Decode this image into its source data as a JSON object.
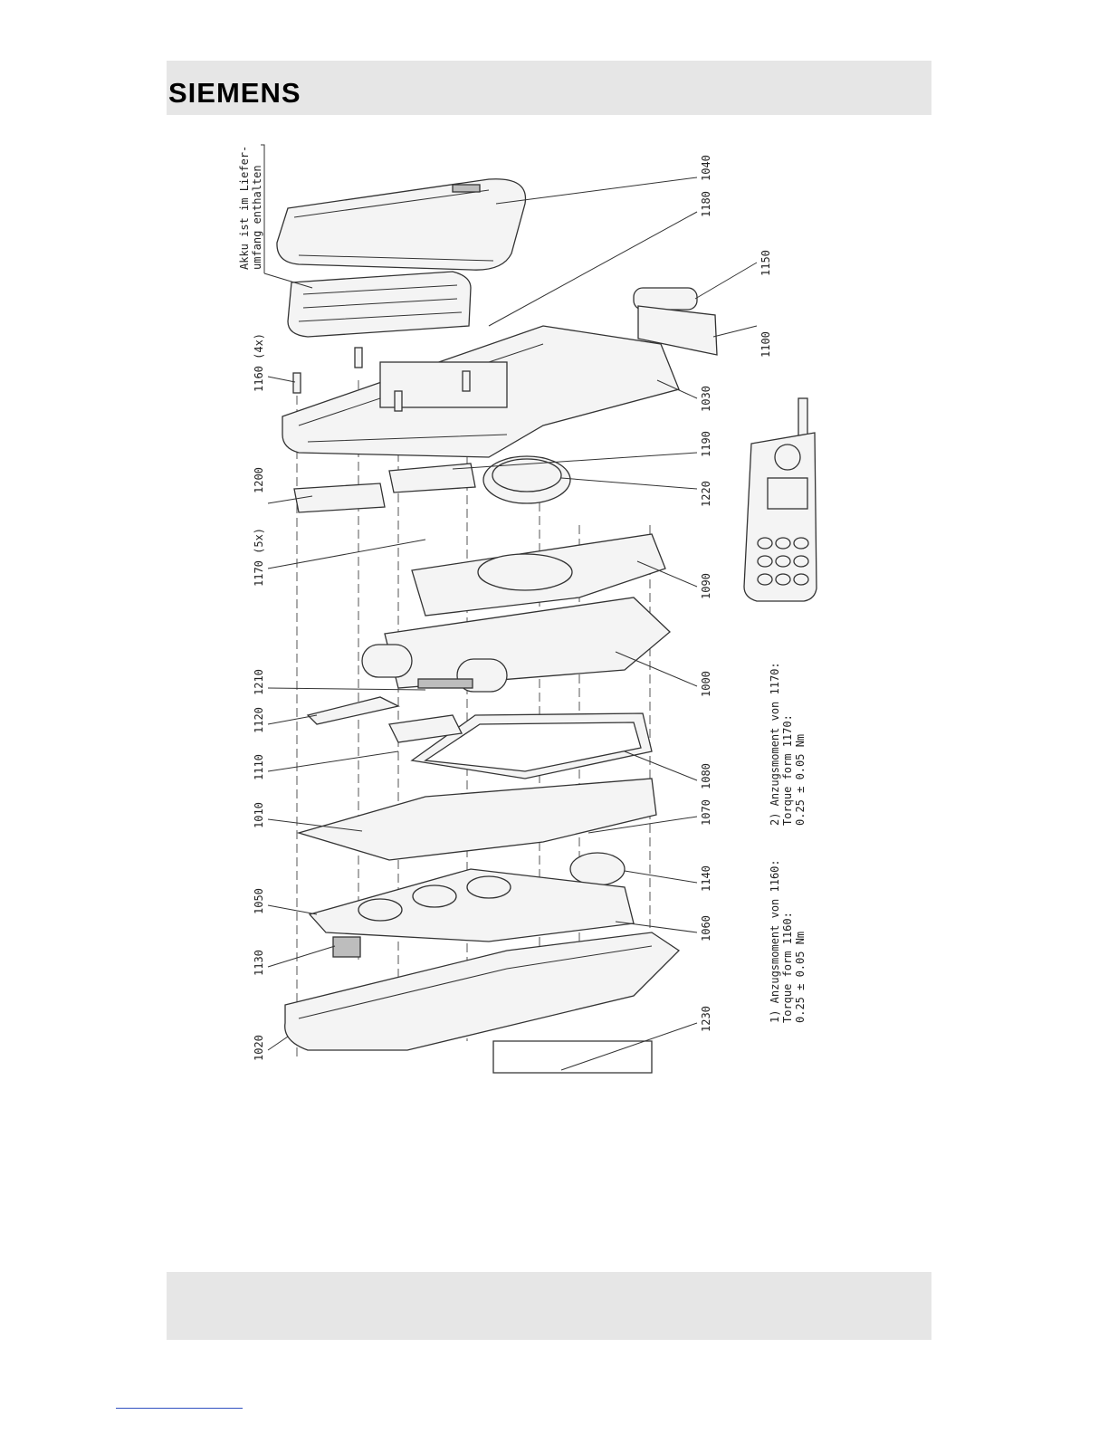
{
  "header": {
    "brand": "SIEMENS"
  },
  "labels": {
    "p1040": "1040",
    "p1180": "1180",
    "p1150": "1150",
    "p1100": "1100",
    "p1030": "1030",
    "p1160": "1160 (4x)",
    "p1190": "1190",
    "p1200": "1200",
    "p1220": "1220",
    "p1170": "1170 (5x)",
    "p1090": "1090",
    "p1000": "1000",
    "p1210": "1210",
    "p1120": "1120",
    "p1110": "1110",
    "p1080": "1080",
    "p1010": "1010",
    "p1070": "1070",
    "p1140": "1140",
    "p1050": "1050",
    "p1060": "1060",
    "p1130": "1130",
    "p1230": "1230",
    "p1020": "1020"
  },
  "battery_note": {
    "line1": "Akku ist im Liefer-",
    "line2": "umfang enthalten"
  },
  "torque_notes": {
    "note1": {
      "line1": "1) Anzugsmoment von 1160:",
      "line2": "Torque form 1160:",
      "line3": "0.25 ± 0.05 Nm"
    },
    "note2": {
      "line1": "2) Anzugsmoment von 1170:",
      "line2": "Torque form 1170:",
      "line3": "0.25 ± 0.05 Nm"
    }
  }
}
